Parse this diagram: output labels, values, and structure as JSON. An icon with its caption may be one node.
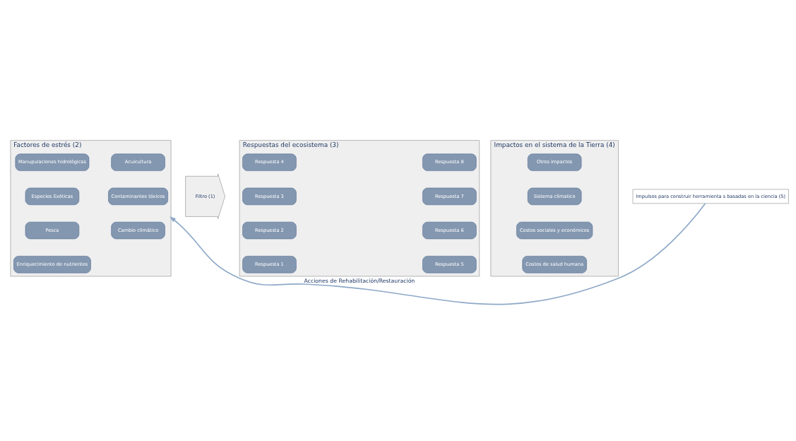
{
  "diagram": {
    "nodes": [
      {
        "text": [
          "Factores de estrés (2)"
        ]
      },
      {
        "text": [
          "Enriquecimiento de nutrientes"
        ],
        "in": 0
      },
      {
        "text": [
          "Cambio climático"
        ],
        "in": 0
      },
      {
        "text": [
          "Pesca"
        ],
        "in": 0
      },
      {
        "text": [
          "Contaminantes tóxicos"
        ],
        "in": 0
      },
      {
        "text": [
          "Especies Exóticas"
        ],
        "in": 0
      },
      {
        "text": [
          "Acuicultura"
        ],
        "in": 0
      },
      {
        "text": [
          "Manupulaciones hidrológicas"
        ],
        "in": 0
      },
      {
        "text": [
          "Filtro (1)"
        ]
      },
      {
        "text": [
          "Respuestas del ecosistema (3)"
        ]
      },
      {
        "text": [
          "Respuesta 1"
        ],
        "in": 9
      },
      {
        "text": [
          "Respuesta 5"
        ],
        "in": 9
      },
      {
        "text": [
          "Respuesta 2"
        ],
        "in": 9
      },
      {
        "text": [
          "Respuesta 6"
        ],
        "in": 9
      },
      {
        "text": [
          "Respuesta 3"
        ],
        "in": 9
      },
      {
        "text": [
          "Respuesta 7"
        ],
        "in": 9
      },
      {
        "text": [
          "Respuesta 4"
        ],
        "in": 9
      },
      {
        "text": [
          "Respuesta 8"
        ],
        "in": 9
      },
      {
        "text": [
          "Impactos en el sistema de la Tierra (4)"
        ]
      },
      {
        "text": [
          "Costos de salud humana"
        ],
        "in": 18
      },
      {
        "text": [
          "Costos sociales y económicos"
        ],
        "in": 18
      },
      {
        "text": [
          "Sistema climatico"
        ],
        "in": 18
      },
      {
        "text": [
          "Otros impactos"
        ],
        "in": 18
      },
      {
        "text": [
          "Impulsos para construir herramienta s basadas en la ciencia (5)"
        ]
      }
    ],
    "edges": [
      {
        "from": 23,
        "to": 0,
        "arrow": "to",
        "label": "Acciones de Rehabilitación/Restauración"
      }
    ]
  }
}
